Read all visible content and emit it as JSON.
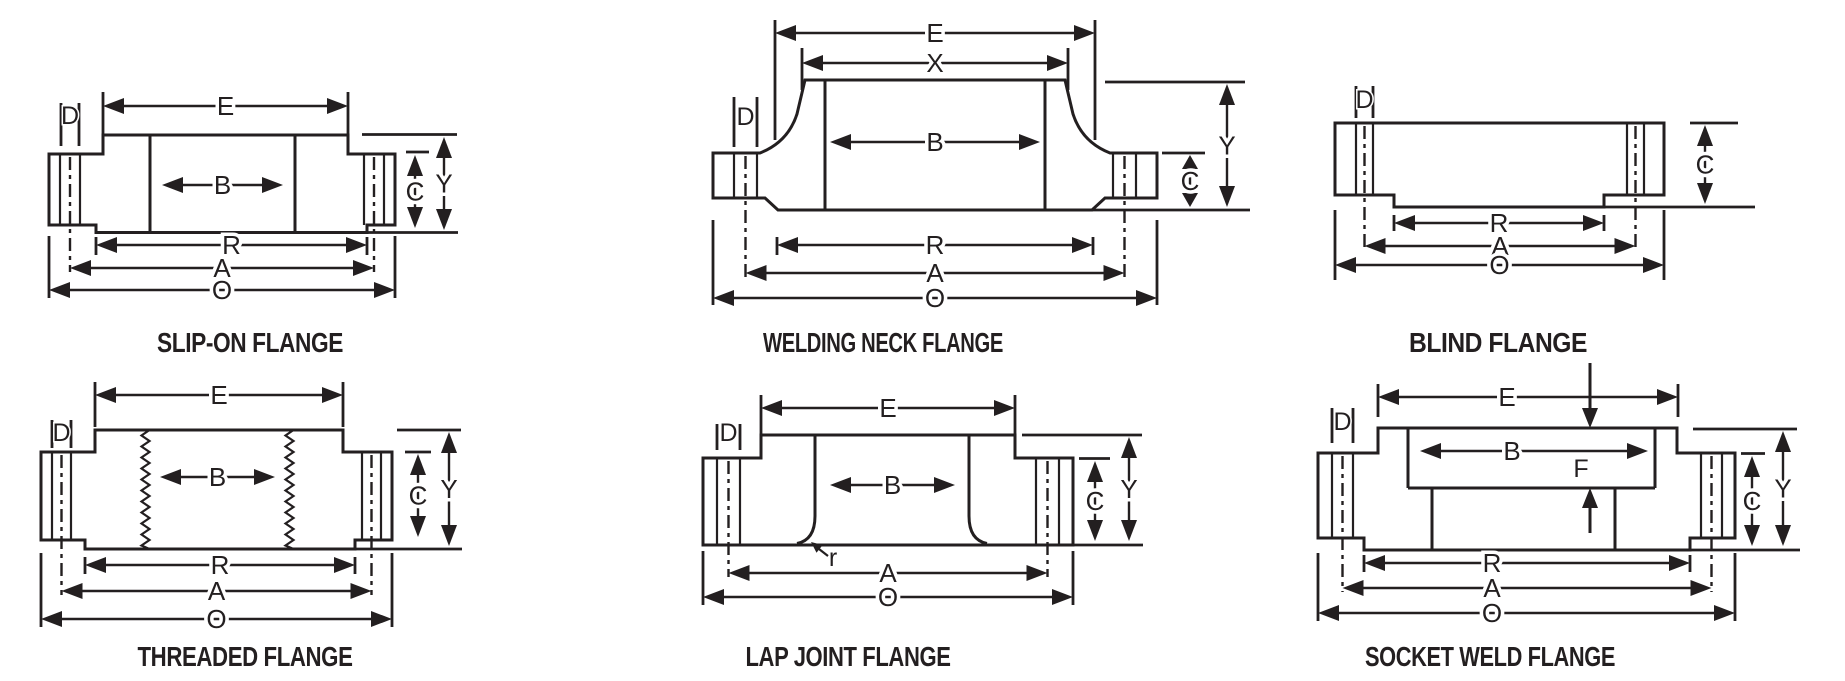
{
  "page": {
    "background": "#ffffff",
    "ink": "#231f20"
  },
  "diagrams": [
    {
      "id": "slip-on-flange",
      "title": "SLIP-ON FLANGE",
      "dims": {
        "E": "E",
        "D": "D",
        "B": "B",
        "C": "C",
        "Y": "Y",
        "R": "R",
        "A": "A",
        "O": "O"
      }
    },
    {
      "id": "welding-neck-flange",
      "title": "WELDING NECK FLANGE",
      "dims": {
        "E": "E",
        "X": "X",
        "D": "D",
        "B": "B",
        "C": "C",
        "Y": "Y",
        "R": "R",
        "A": "A",
        "O": "O"
      }
    },
    {
      "id": "blind-flange",
      "title": "BLIND FLANGE",
      "dims": {
        "D": "D",
        "C": "C",
        "R": "R",
        "A": "A",
        "O": "O"
      }
    },
    {
      "id": "threaded-flange",
      "title": "THREADED FLANGE",
      "dims": {
        "E": "E",
        "D": "D",
        "B": "B",
        "C": "C",
        "Y": "Y",
        "R": "R",
        "A": "A",
        "O": "O"
      }
    },
    {
      "id": "lap-joint-flange",
      "title": "LAP JOINT FLANGE",
      "dims": {
        "E": "E",
        "D": "D",
        "B": "B",
        "C": "C",
        "Y": "Y",
        "r": "r",
        "A": "A",
        "O": "O"
      }
    },
    {
      "id": "socket-weld-flange",
      "title": "SOCKET WELD FLANGE",
      "dims": {
        "E": "E",
        "D": "D",
        "B": "B",
        "F": "F",
        "C": "C",
        "Y": "Y",
        "R": "R",
        "A": "A",
        "O": "O"
      }
    }
  ]
}
